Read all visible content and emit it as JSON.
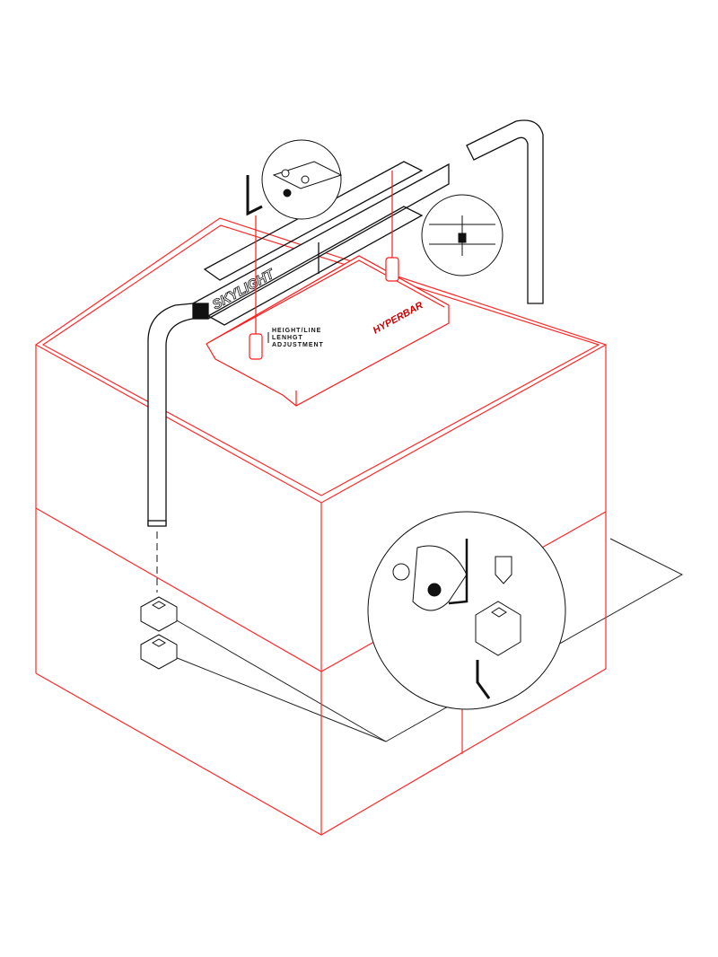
{
  "diagram": {
    "rail_brand": "SKYLIGHT",
    "light_brand": "HYPERBAR",
    "annotation": {
      "line1": "HEIGHT/LINE",
      "line2": "LENHGT",
      "line3": "ADJUSTMENT"
    },
    "colors": {
      "aquarium": "#ff2a2a",
      "fixture": "#ff1a1a",
      "hardware": "#111111"
    }
  }
}
